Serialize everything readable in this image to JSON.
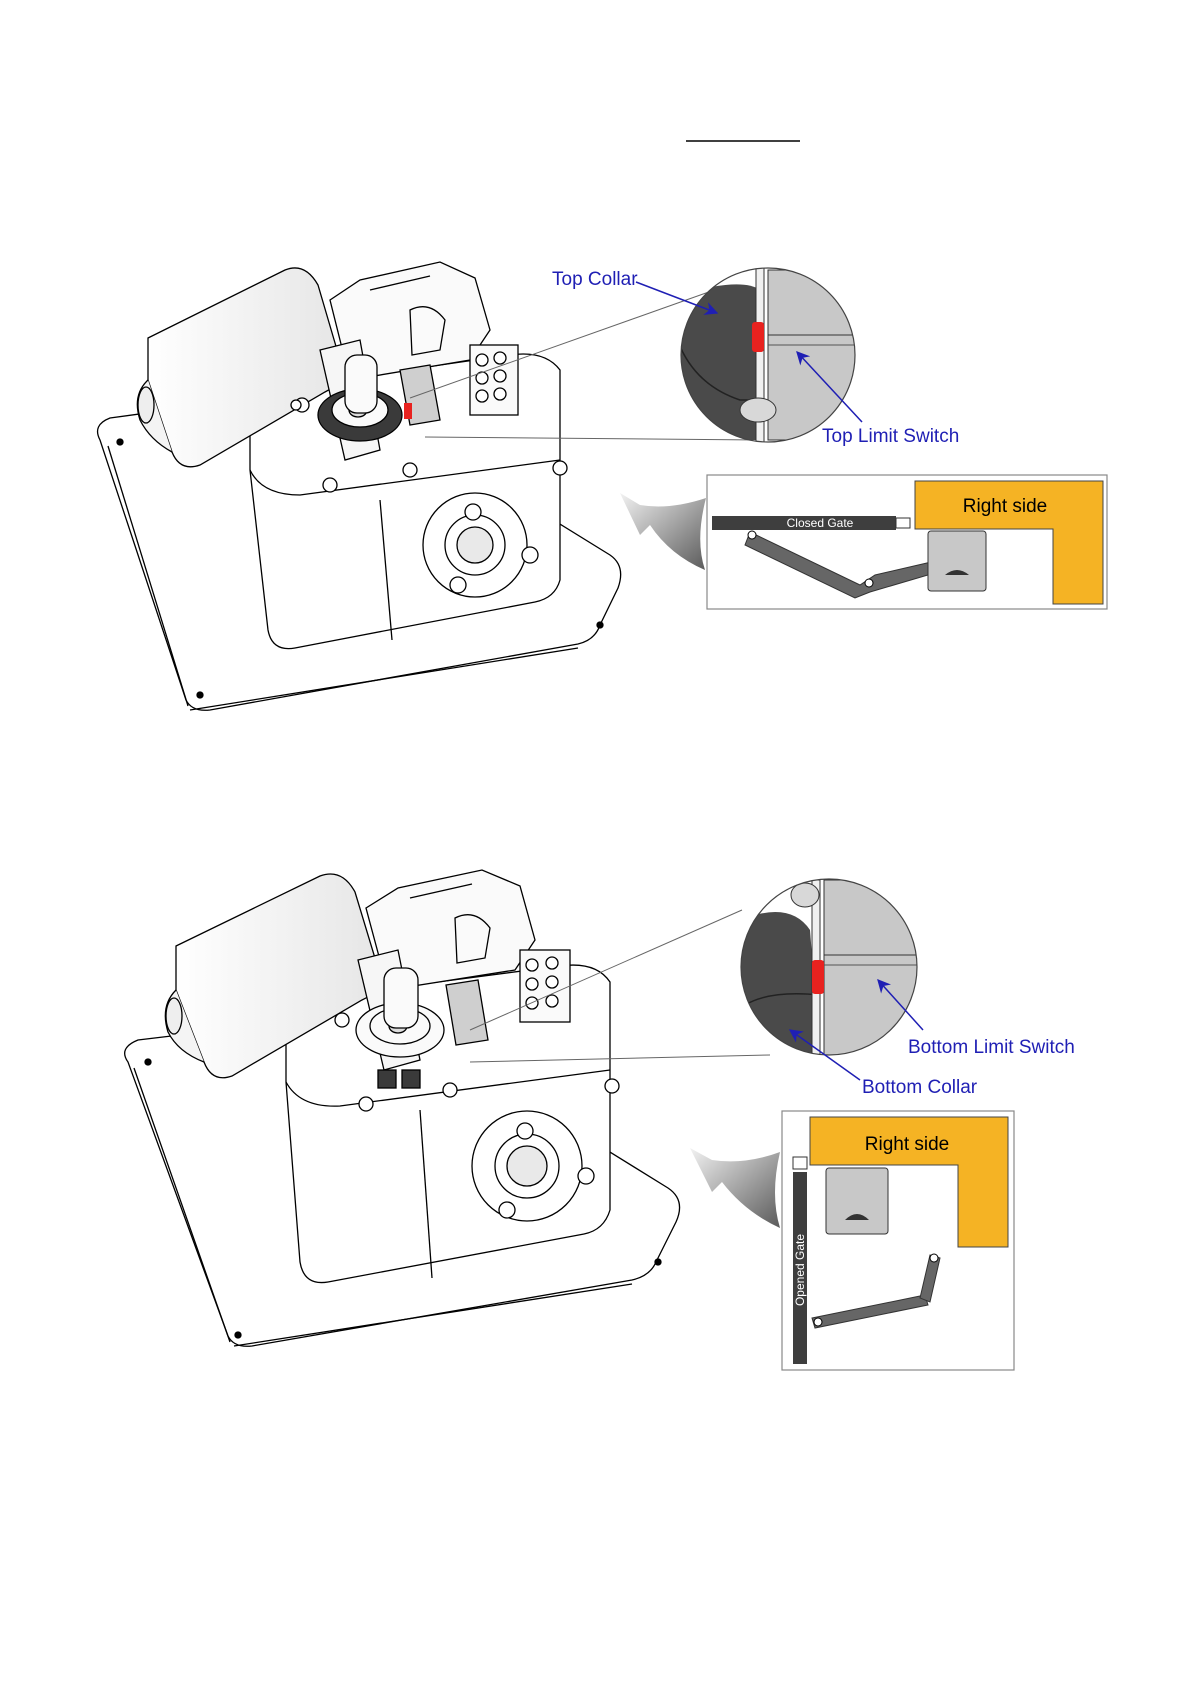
{
  "figure_top": {
    "callouts": {
      "top_collar": "Top Collar",
      "top_limit_switch": "Top Limit Switch"
    },
    "panel": {
      "side_label": "Right side",
      "gate_label": "Closed Gate"
    }
  },
  "figure_bottom": {
    "callouts": {
      "bottom_limit_switch": "Bottom Limit Switch",
      "bottom_collar": "Bottom Collar"
    },
    "panel": {
      "side_label": "Right side",
      "gate_label": "Opened Gate"
    }
  },
  "colors": {
    "callout_text": "#1f1fb4",
    "right_side_fill": "#f5b324",
    "limit_switch_marker": "#e8221f",
    "collar_fill": "#4a4a4a",
    "switch_fill": "#c8c8c8",
    "gate_bar": "#3e3e3e"
  }
}
